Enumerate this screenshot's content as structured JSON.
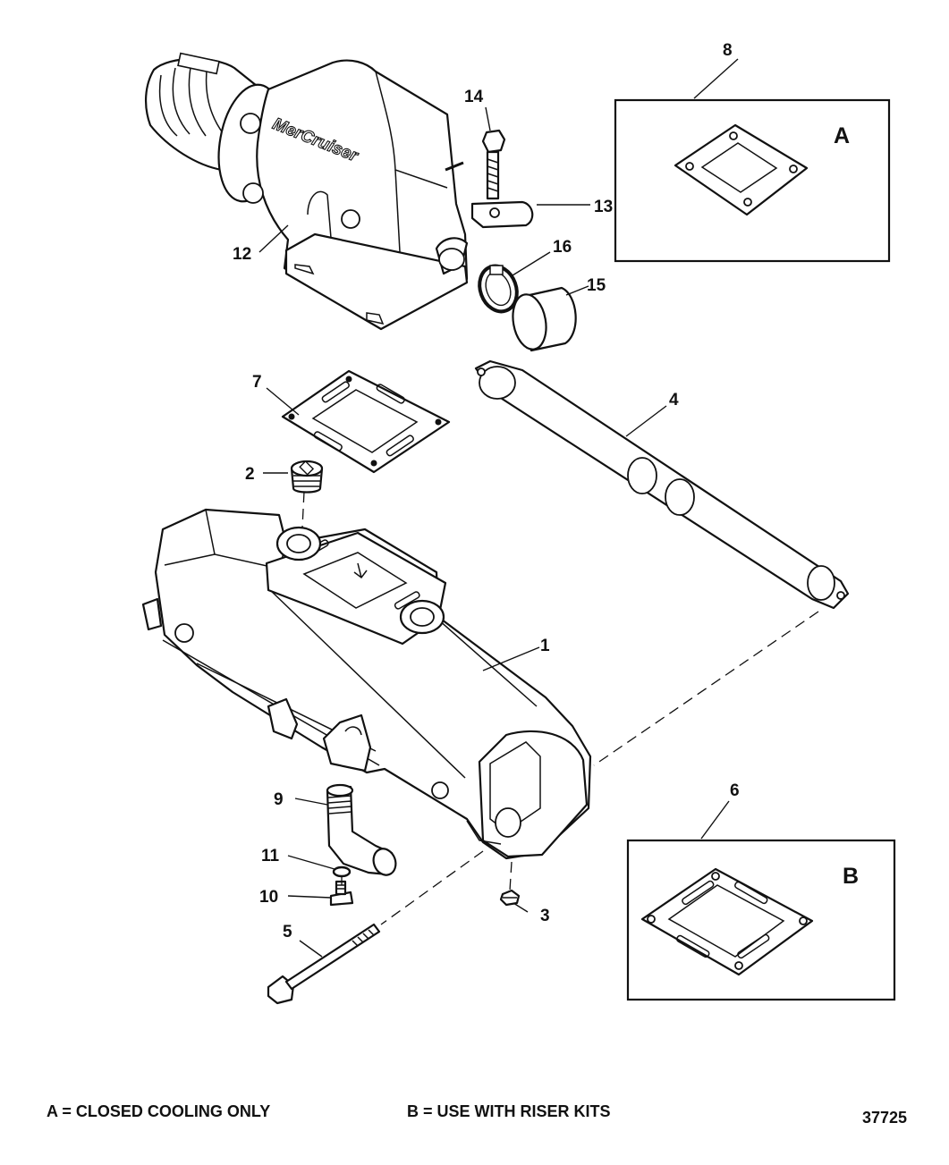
{
  "callouts": {
    "c1": "1",
    "c2": "2",
    "c3": "3",
    "c4": "4",
    "c5": "5",
    "c6": "6",
    "c7": "7",
    "c8": "8",
    "c9": "9",
    "c10": "10",
    "c11": "11",
    "c12": "12",
    "c13": "13",
    "c14": "14",
    "c15": "15",
    "c16": "16"
  },
  "boxes": {
    "a_letter": "A",
    "b_letter": "B"
  },
  "logo_text": "MerCruiser",
  "footer": {
    "note_a": "A = CLOSED COOLING ONLY",
    "note_b": "B = USE WITH RISER KITS",
    "figure_number": "37725"
  }
}
